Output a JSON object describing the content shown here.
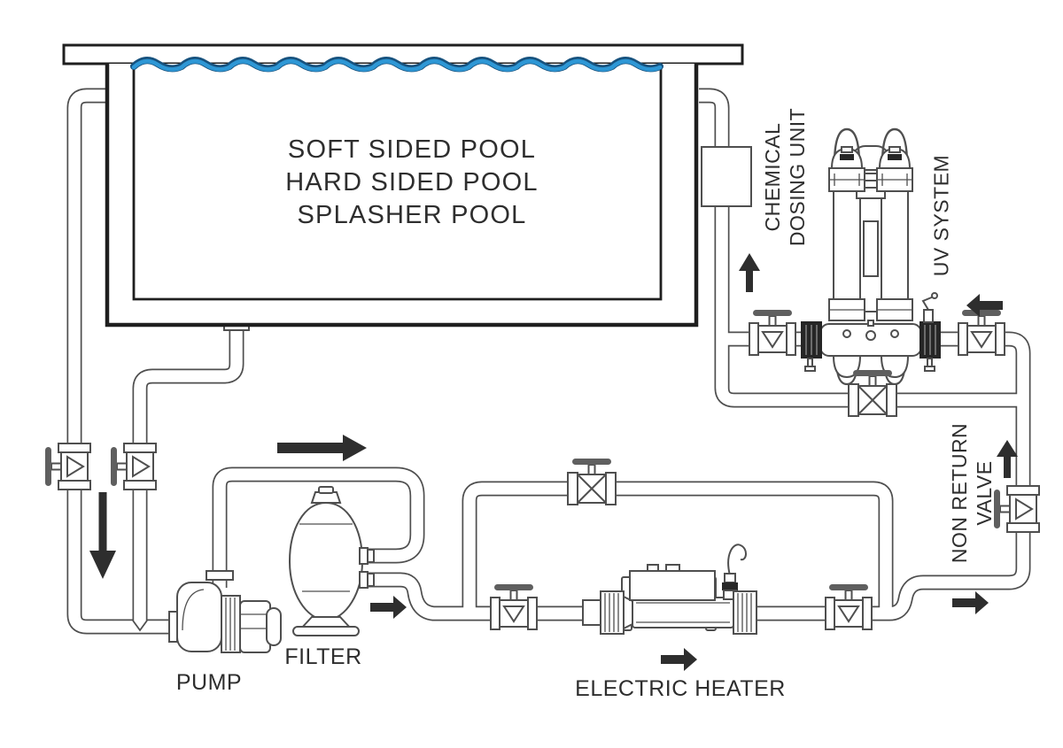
{
  "diagram": {
    "pool": {
      "label_lines": [
        "SOFT SIDED POOL",
        "HARD SIDED POOL",
        "SPLASHER POOL"
      ]
    },
    "labels": {
      "pump": "PUMP",
      "filter": "FILTER",
      "electric_heater": "ELECTRIC HEATER",
      "chemical_dosing_unit": [
        "CHEMICAL",
        "DOSING UNIT"
      ],
      "uv_system": "UV SYSTEM",
      "non_return_valve": [
        "NON RETURN",
        "VALVE"
      ]
    },
    "arrows": [
      {
        "name": "suction-flow-arrow",
        "direction": "down"
      },
      {
        "name": "pump-discharge-flow-arrow",
        "direction": "right"
      },
      {
        "name": "filter-outlet-flow-arrow",
        "direction": "right"
      },
      {
        "name": "heater-flow-arrow",
        "direction": "right"
      },
      {
        "name": "heater-outlet-flow-arrow",
        "direction": "right"
      },
      {
        "name": "riser-flow-arrow",
        "direction": "up"
      },
      {
        "name": "uv-inlet-flow-arrow",
        "direction": "left"
      },
      {
        "name": "return-flow-arrow",
        "direction": "up"
      }
    ],
    "colors": {
      "line": "#4F4F4F",
      "pool_wall": "#1F1F1F",
      "arrow": "#2E2E2E",
      "water": "#2E97D5",
      "water_edge": "#17527E",
      "background": "#FFFFFF"
    }
  }
}
